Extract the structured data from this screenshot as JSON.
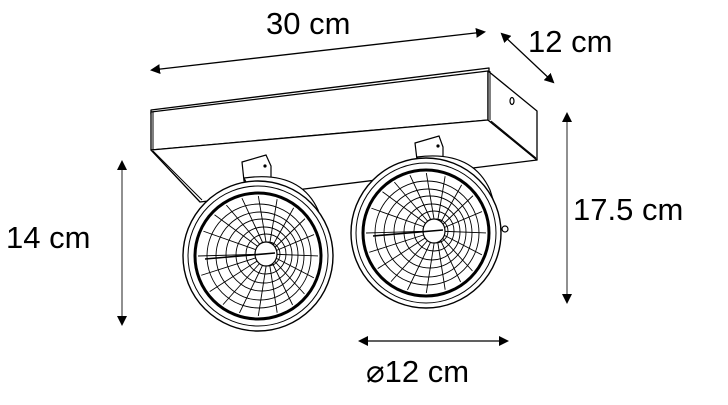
{
  "diagram": {
    "subject": "Twin-spot ceiling light fixture with dimensions",
    "colors": {
      "line": "#000000",
      "dim_line": "#555555",
      "background": "#ffffff"
    },
    "dimensions": {
      "width": {
        "label": "30 cm",
        "value": 30,
        "unit": "cm"
      },
      "depth": {
        "label": "12 cm",
        "value": 12,
        "unit": "cm"
      },
      "spot_height": {
        "label": "14 cm",
        "value": 14,
        "unit": "cm"
      },
      "total_height": {
        "label": "17.5 cm",
        "value": 17.5,
        "unit": "cm"
      },
      "spot_diameter": {
        "label": "⌀12 cm",
        "value": 12,
        "unit": "cm"
      }
    },
    "components": [
      "ceiling-base-box",
      "left-spot-lamp",
      "right-spot-lamp"
    ]
  }
}
